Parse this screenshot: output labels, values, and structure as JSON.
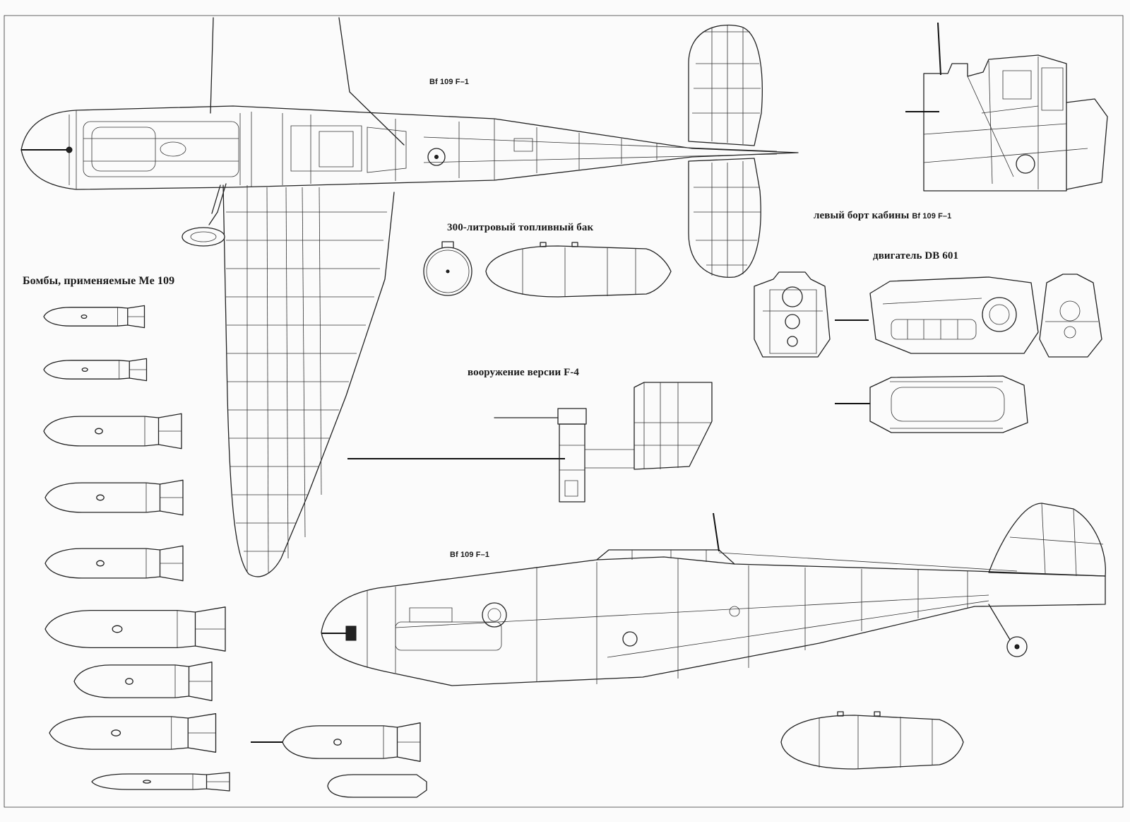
{
  "labels": {
    "top_view": "Bf  109 F–1",
    "fuel_tank": "300-литровый топливный бак",
    "cockpit": "левый борт кабины",
    "cockpit_model": "Bf 109 F–1",
    "engine": "двигатель DB 601",
    "bombs": "Бомбы, применяемые Me 109",
    "armament": "вооружение версии F-4",
    "side_view": "Bf  109 F–1"
  },
  "colors": {
    "ink": "#222222",
    "paper": "#fbfbfb"
  }
}
